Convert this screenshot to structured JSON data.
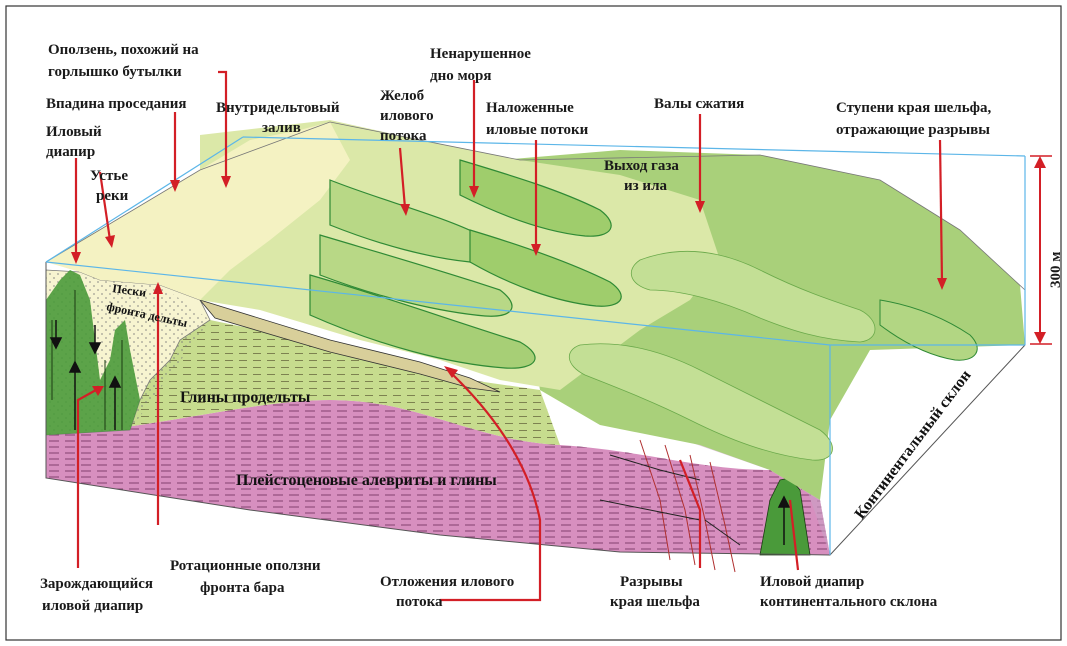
{
  "labels": {
    "landslide_a": "Оползень, похожий на",
    "landslide_b": "горлышко бутылки",
    "undisturbed_a": "Ненарушенное",
    "undisturbed_b": "дно моря",
    "subsidence": "Впадина проседания",
    "intradelta_a": "Внутридельтовый",
    "intradelta_b": "залив",
    "trough_a": "Желоб",
    "trough_b": "илового",
    "trough_c": "потока",
    "superposed_a": "Наложенные",
    "superposed_b": "иловые потоки",
    "ridges": "Валы сжатия",
    "shelf_steps_a": "Ступени края шельфа,",
    "shelf_steps_b": "отражающие разрывы",
    "mud_diapir_a": "Иловый",
    "mud_diapir_b": "диапир",
    "river_mouth_a": "Устье",
    "river_mouth_b": "реки",
    "gas_a": "Выход газа",
    "gas_b": "из ила",
    "depth": "300 м",
    "delta_sands_a": "Пески",
    "delta_sands_b": "фронта дельты",
    "prodelta": "Глины продельты",
    "pleistocene": "Плейстоценовые алевриты и глины",
    "slope": "Континентальный склон",
    "rotational_a": "Ротационные оползни",
    "rotational_b": "фронта бара",
    "incipient_a": "Зарождающийся",
    "incipient_b": "иловой диапир",
    "mudflow_dep_a": "Отложения илового",
    "mudflow_dep_b": "потока",
    "shelf_faults_a": "Разрывы",
    "shelf_faults_b": "края шельфа",
    "slope_diapir_a": "Иловой диапир",
    "slope_diapir_b": "континентального склона"
  },
  "colors": {
    "arrow": "#d31f26",
    "delta_plain": "#f4f2c2",
    "shelf_surface": "#dbe8a8",
    "slope_surface": "#a9d07a",
    "prodelta": "#c7dc8e",
    "pleistocene": "#d78fbf",
    "diapir": "#4a9a3a",
    "sand": "#f7f4d0",
    "mudflow_dark": "#2f8a35",
    "outline": "#5cb6e8"
  }
}
